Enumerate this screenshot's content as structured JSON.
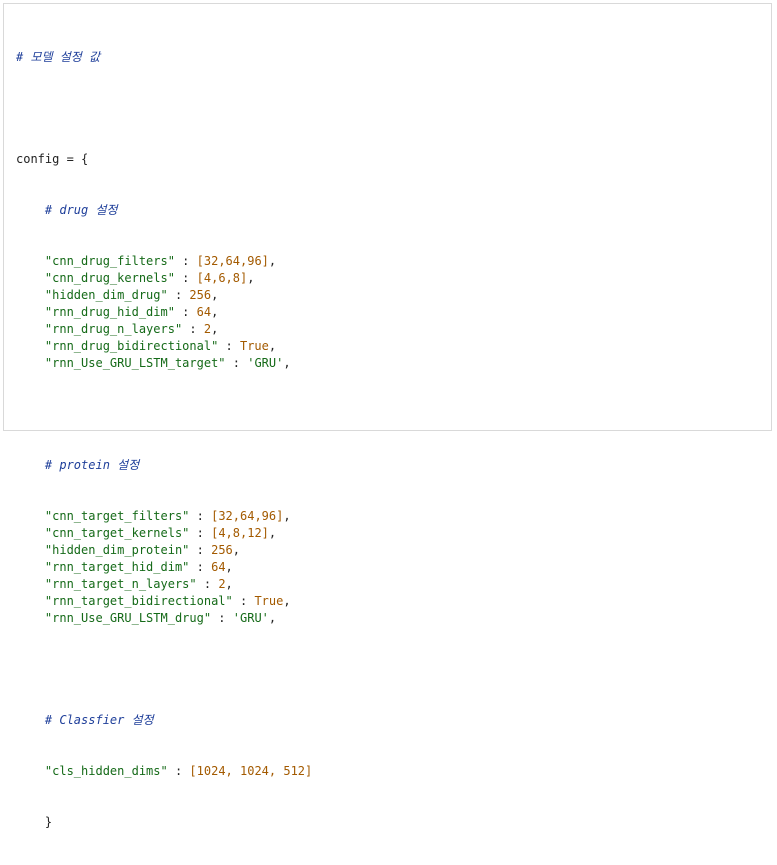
{
  "code": {
    "header_comment": "# 모델 설정 값",
    "config_open": "config = {",
    "drug_comment": "# drug 설정",
    "drug_entries": [
      {
        "key": "\"cnn_drug_filters\"",
        "sep": " : ",
        "value": "[32,64,96]",
        "value_type": "num",
        "tail": ","
      },
      {
        "key": "\"cnn_drug_kernels\"",
        "sep": " : ",
        "value": "[4,6,8]",
        "value_type": "num",
        "tail": ","
      },
      {
        "key": "\"hidden_dim_drug\"",
        "sep": " : ",
        "value": "256",
        "value_type": "num",
        "tail": ","
      },
      {
        "key": "\"rnn_drug_hid_dim\"",
        "sep": " : ",
        "value": "64",
        "value_type": "num",
        "tail": ","
      },
      {
        "key": "\"rnn_drug_n_layers\"",
        "sep": " : ",
        "value": "2",
        "value_type": "num",
        "tail": ","
      },
      {
        "key": "\"rnn_drug_bidirectional\"",
        "sep": " : ",
        "value": "True",
        "value_type": "kw",
        "tail": ","
      },
      {
        "key": "\"rnn_Use_GRU_LSTM_target\"",
        "sep": " : ",
        "value": "'GRU'",
        "value_type": "str",
        "tail": ","
      }
    ],
    "protein_comment": "# protein 설정",
    "protein_entries": [
      {
        "key": "\"cnn_target_filters\"",
        "sep": " : ",
        "value": "[32,64,96]",
        "value_type": "num",
        "tail": ","
      },
      {
        "key": "\"cnn_target_kernels\"",
        "sep": " : ",
        "value": "[4,8,12]",
        "value_type": "num",
        "tail": ","
      },
      {
        "key": "\"hidden_dim_protein\"",
        "sep": " : ",
        "value": "256",
        "value_type": "num",
        "tail": ","
      },
      {
        "key": "\"rnn_target_hid_dim\"",
        "sep": " : ",
        "value": "64",
        "value_type": "num",
        "tail": ","
      },
      {
        "key": "\"rnn_target_n_layers\"",
        "sep": " : ",
        "value": "2",
        "value_type": "num",
        "tail": ","
      },
      {
        "key": "\"rnn_target_bidirectional\"",
        "sep": " : ",
        "value": "True",
        "value_type": "kw",
        "tail": ","
      },
      {
        "key": "\"rnn_Use_GRU_LSTM_drug\"",
        "sep": " : ",
        "value": "'GRU'",
        "value_type": "str",
        "tail": ","
      }
    ],
    "classifier_comment": "# Classfier 설정",
    "classifier_entries": [
      {
        "key": "\"cls_hidden_dims\"",
        "sep": " : ",
        "value": "[1024, 1024, 512]",
        "value_type": "num",
        "tail": ""
      }
    ],
    "config_close": "}"
  },
  "colors": {
    "comment": "#1f3f9a",
    "string": "#156a18",
    "number": "#a35a00",
    "text": "#222222",
    "border": "#d9d9d9"
  }
}
